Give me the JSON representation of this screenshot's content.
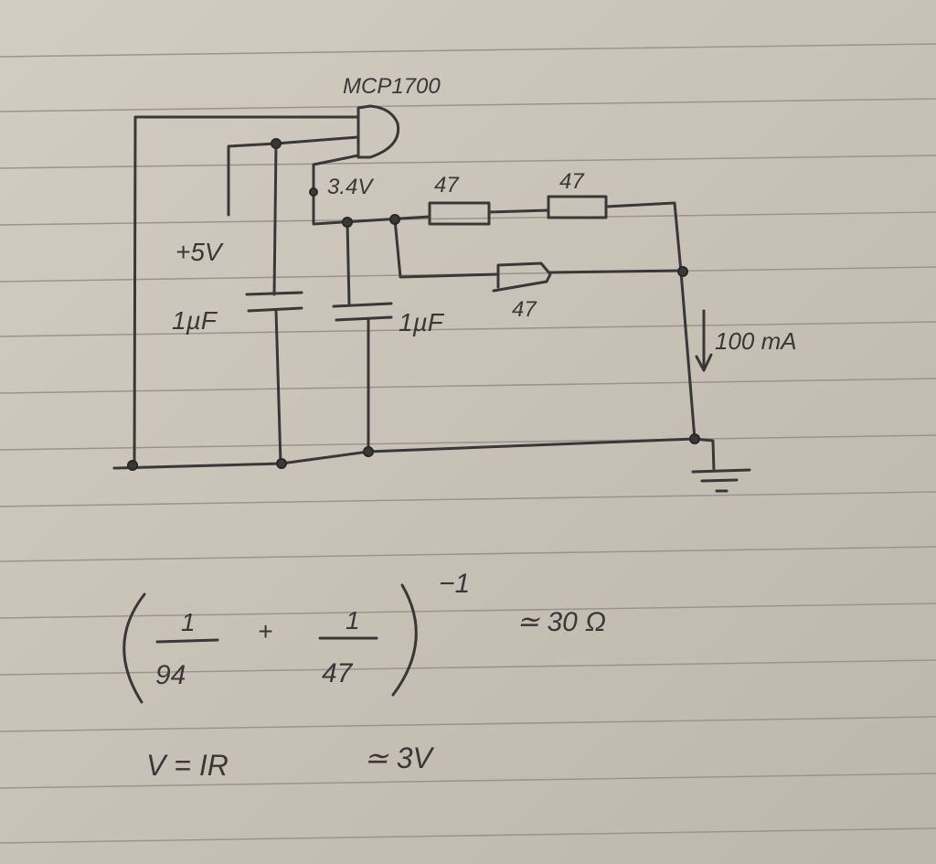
{
  "diagram": {
    "regulator_label": "MCP1700",
    "output_voltage_label": "3.4V",
    "input_voltage_label": "+5V",
    "capacitor_input_label": "1µF",
    "capacitor_output_label": "1µF",
    "resistor_1_label": "47",
    "resistor_2_label": "47",
    "resistor_3_label": "47",
    "current_label": "100 mA"
  },
  "equations": {
    "frac1_num": "1",
    "frac1_den": "94",
    "plus": "+",
    "frac2_num": "1",
    "frac2_den": "47",
    "exponent": "−1",
    "approx_result": "≃  30 Ω",
    "ohms_law": "V = IR",
    "ohms_result": "≃  3V"
  },
  "colors": {
    "paper": "#c9c3b8",
    "ink": "#3a3836",
    "rule": "#9a948c"
  }
}
